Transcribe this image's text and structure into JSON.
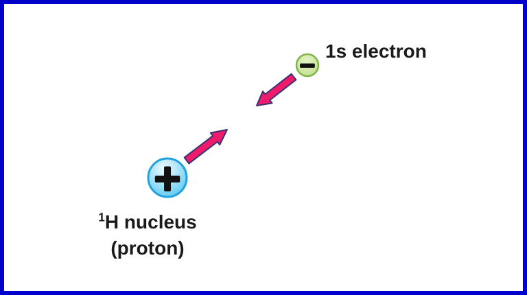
{
  "diagram": {
    "title_context": "electrostatic attraction between proton and electron",
    "electron": {
      "charge_symbol": "−",
      "label": "1s electron"
    },
    "proton": {
      "charge_symbol": "+",
      "isotope_mass": "1",
      "label": "H nucleus",
      "sublabel": "(proton)"
    },
    "colors": {
      "frame_border": "#0000CC",
      "background": "#FFFFFF",
      "electron_fill": "#C9E49C",
      "electron_border": "#7FB648",
      "proton_fill": "#55C6F2",
      "proton_border": "#21A2DC",
      "arrow_fill": "#EE1A6B",
      "arrow_outline": "#3A3470",
      "text": "#1A1A1A"
    }
  }
}
